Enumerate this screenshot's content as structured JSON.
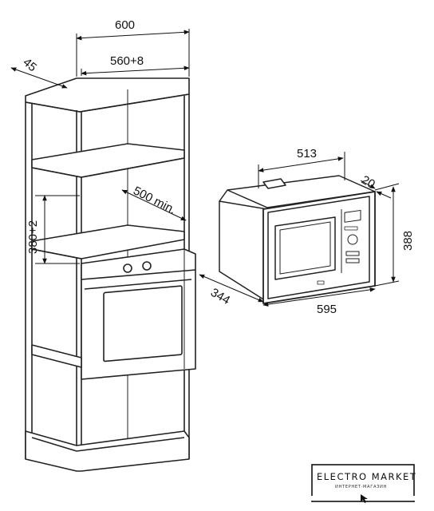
{
  "dimensions": {
    "cabinet_width": "600",
    "cabinet_depth": "45",
    "niche_width": "560+8",
    "niche_height": "380+2",
    "niche_depth_min": "500 min.",
    "appliance_depth": "513",
    "front_panel_thickness": "20",
    "appliance_height": "388",
    "body_depth": "344",
    "appliance_width": "595"
  },
  "watermark": {
    "brand": "ELECTRO MARKET",
    "tagline": "ИНТЕРНЕТ-МАГАЗИН"
  }
}
